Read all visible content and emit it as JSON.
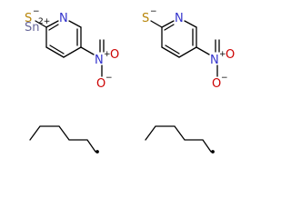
{
  "colors": {
    "bond": "#000000",
    "carbon_label": "#000000",
    "nitrogen": "#3333cc",
    "oxygen": "#cc0000",
    "sulfur": "#b8860b",
    "tin": "#666699"
  },
  "molecule_left": {
    "thiolate_s": "S",
    "thiolate_charge": "−",
    "tin": "Sn",
    "tin_charge": "2+",
    "ring_n": "N",
    "nitro_n": "N",
    "nitro_n_charge": "+",
    "nitro_o_double": "O",
    "nitro_o_single": "O",
    "nitro_o_charge": "−"
  },
  "molecule_right": {
    "thiolate_s": "S",
    "thiolate_charge": "−",
    "ring_n": "N",
    "nitro_n": "N",
    "nitro_n_charge": "+",
    "nitro_o_double": "O",
    "nitro_o_single": "O",
    "nitro_o_charge": "−"
  }
}
